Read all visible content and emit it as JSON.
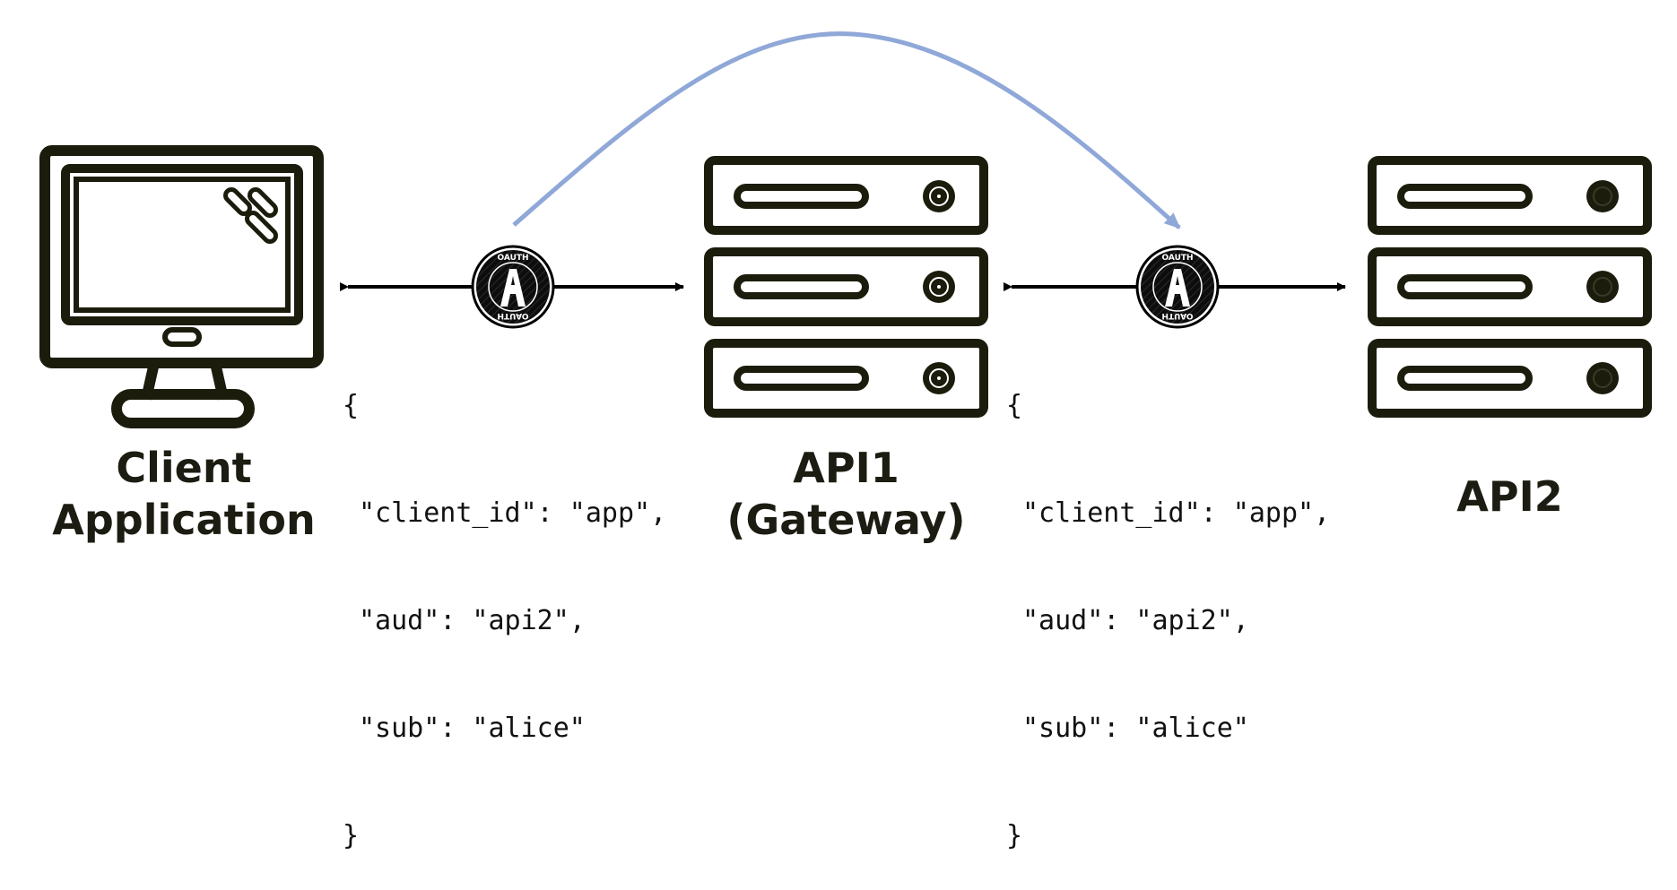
{
  "nodes": {
    "client": {
      "line1": "Client",
      "line2": "Application",
      "icon": "monitor-icon"
    },
    "api1": {
      "line1": "API1",
      "line2": "(Gateway)",
      "icon": "server-icon"
    },
    "api2": {
      "label": "API2",
      "icon": "server-icon"
    }
  },
  "badges": {
    "text_top": "OAUTH",
    "text_bottom": "OAUTH",
    "letter": "A",
    "icon": "oauth-badge-icon"
  },
  "tokens": [
    {
      "open": "{",
      "lines": [
        "\"client_id\": \"app\",",
        "\"aud\": \"api2\",",
        "\"sub\": \"alice\""
      ],
      "close": "}"
    },
    {
      "open": "{",
      "lines": [
        "\"client_id\": \"app\",",
        "\"aud\": \"api2\",",
        "\"sub\": \"alice\""
      ],
      "close": "}"
    }
  ],
  "colors": {
    "icon_stroke": "#1c1c0c",
    "arrow": "#000000",
    "curve": "#8fa8d8",
    "badge_fill": "#0d0d0d"
  }
}
